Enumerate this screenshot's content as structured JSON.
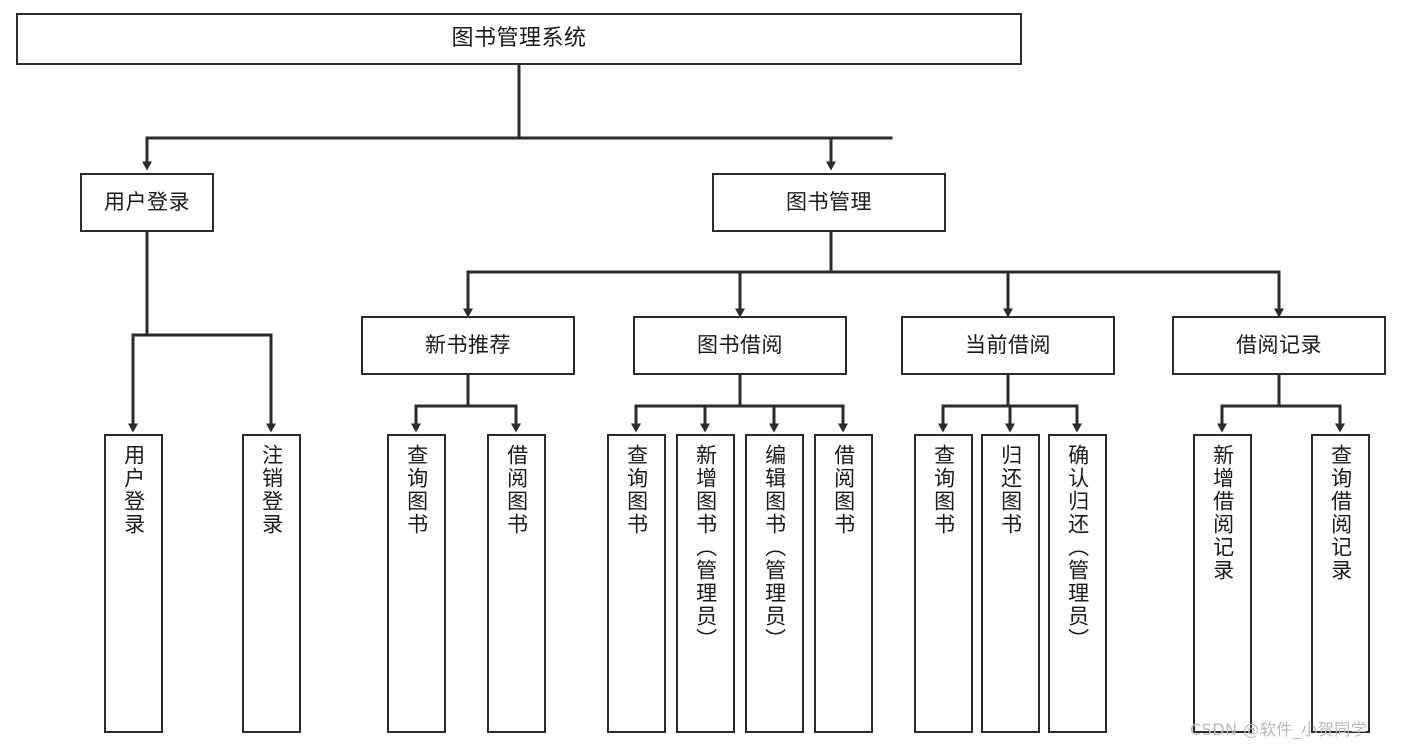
{
  "diagram": {
    "title": "图书管理系统",
    "type": "functional-structure-tree",
    "background_color": "#ffffff",
    "line_color": "#2b2b2b",
    "box_border_color": "#2b2b2b",
    "box_fill_color": "#ffffff",
    "text_color": "#1a1a1a"
  },
  "nodes": {
    "root": {
      "label": "图书管理系统",
      "level": 1,
      "orientation": "horizontal"
    },
    "user_login": {
      "label": "用户登录",
      "level": 2,
      "orientation": "horizontal"
    },
    "book_manage": {
      "label": "图书管理",
      "level": 2,
      "orientation": "horizontal"
    },
    "new_book_rec": {
      "label": "新书推荐",
      "level": 3,
      "orientation": "horizontal"
    },
    "book_borrow": {
      "label": "图书借阅",
      "level": 3,
      "orientation": "horizontal"
    },
    "current_borrow": {
      "label": "当前借阅",
      "level": 3,
      "orientation": "horizontal"
    },
    "borrow_record": {
      "label": "借阅记录",
      "level": 3,
      "orientation": "horizontal"
    },
    "leaf_user_login": {
      "label": "用户登录",
      "level": 4,
      "orientation": "vertical"
    },
    "leaf_logout": {
      "label": "注销登录",
      "level": 4,
      "orientation": "vertical"
    },
    "leaf_query_book_1": {
      "label": "查询图书",
      "level": 4,
      "orientation": "vertical"
    },
    "leaf_borrow_book_1": {
      "label": "借阅图书",
      "level": 4,
      "orientation": "vertical"
    },
    "leaf_query_book_2": {
      "label": "查询图书",
      "level": 4,
      "orientation": "vertical"
    },
    "leaf_add_book": {
      "label": "新增图书（管理员）",
      "level": 4,
      "orientation": "vertical"
    },
    "leaf_edit_book": {
      "label": "编辑图书（管理员）",
      "level": 4,
      "orientation": "vertical"
    },
    "leaf_borrow_book_2": {
      "label": "借阅图书",
      "level": 4,
      "orientation": "vertical"
    },
    "leaf_query_book_3": {
      "label": "查询图书",
      "level": 4,
      "orientation": "vertical"
    },
    "leaf_return_book": {
      "label": "归还图书",
      "level": 4,
      "orientation": "vertical"
    },
    "leaf_confirm_return": {
      "label": "确认归还（管理员）",
      "level": 4,
      "orientation": "vertical"
    },
    "leaf_add_record": {
      "label": "新增借阅记录",
      "level": 4,
      "orientation": "vertical"
    },
    "leaf_query_record": {
      "label": "查询借阅记录",
      "level": 4,
      "orientation": "vertical"
    }
  },
  "edges": [
    {
      "from": "root",
      "to": "user_login"
    },
    {
      "from": "root",
      "to": "book_manage"
    },
    {
      "from": "user_login",
      "to": "leaf_user_login"
    },
    {
      "from": "user_login",
      "to": "leaf_logout"
    },
    {
      "from": "book_manage",
      "to": "new_book_rec"
    },
    {
      "from": "book_manage",
      "to": "book_borrow"
    },
    {
      "from": "book_manage",
      "to": "current_borrow"
    },
    {
      "from": "book_manage",
      "to": "borrow_record"
    },
    {
      "from": "new_book_rec",
      "to": "leaf_query_book_1"
    },
    {
      "from": "new_book_rec",
      "to": "leaf_borrow_book_1"
    },
    {
      "from": "book_borrow",
      "to": "leaf_query_book_2"
    },
    {
      "from": "book_borrow",
      "to": "leaf_add_book"
    },
    {
      "from": "book_borrow",
      "to": "leaf_edit_book"
    },
    {
      "from": "book_borrow",
      "to": "leaf_borrow_book_2"
    },
    {
      "from": "current_borrow",
      "to": "leaf_query_book_3"
    },
    {
      "from": "current_borrow",
      "to": "leaf_return_book"
    },
    {
      "from": "current_borrow",
      "to": "leaf_confirm_return"
    },
    {
      "from": "borrow_record",
      "to": "leaf_add_record"
    },
    {
      "from": "borrow_record",
      "to": "leaf_query_record"
    }
  ],
  "watermark": {
    "text": "CSDN @软件_小贺同学"
  }
}
